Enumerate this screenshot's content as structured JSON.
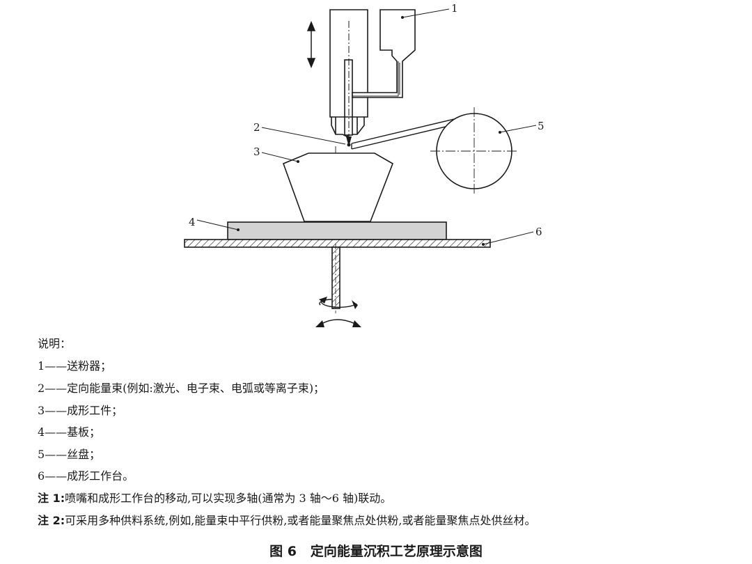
{
  "callouts": [
    "1",
    "2",
    "3",
    "4",
    "5",
    "6"
  ],
  "legend": {
    "title": "说明：",
    "items": [
      "1——送粉器；",
      "2——定向能量束(例如:激光、电子束、电弧或等离子束)；",
      "3——成形工件；",
      "4——基板；",
      "5——丝盘；",
      "6——成形工作台。"
    ]
  },
  "notes": [
    {
      "label": "注 1:",
      "text": "喷嘴和成形工作台的移动,可以实现多轴(通常为 3 轴～6 轴)联动。"
    },
    {
      "label": "注 2:",
      "text": "可采用多种供料系统,例如,能量束中平行供粉,或者能量聚焦点处供粉,或者能量聚焦点处供丝材。"
    }
  ],
  "caption": "图 6   定向能量沉积工艺原理示意图"
}
